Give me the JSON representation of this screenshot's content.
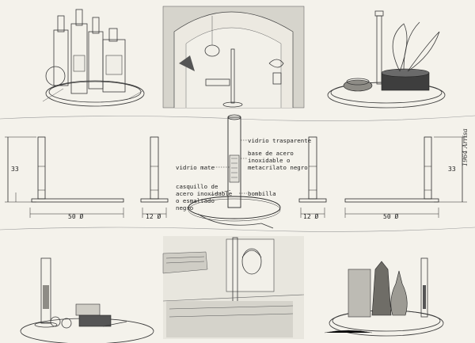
{
  "annotations": {
    "glass_clear": "vidrio trasparente",
    "base_line1": "base de acero",
    "base_line2": "inoxidable o",
    "base_line3": "metacrilato negro",
    "glass_matte": "vidrio mate",
    "socket_line1": "casquillo de",
    "socket_line2": "acero inoxidable",
    "socket_line3": "o esmaltado",
    "socket_line4": "negro",
    "bulb": "bombilla"
  },
  "dimensions": {
    "height_left": "33",
    "height_right": "33",
    "base_width_left": "50 Ø",
    "tube_width_left": "12 Ø",
    "tube_width_right": "12 Ø",
    "base_width_right": "50 Ø"
  },
  "signature": "1964 Arrisa",
  "scenes": [
    {
      "name": "bottles-scene"
    },
    {
      "name": "interior-scene"
    },
    {
      "name": "plant-scene"
    },
    {
      "name": "desk-scene"
    },
    {
      "name": "portrait-scene"
    },
    {
      "name": "vases-scene"
    }
  ]
}
